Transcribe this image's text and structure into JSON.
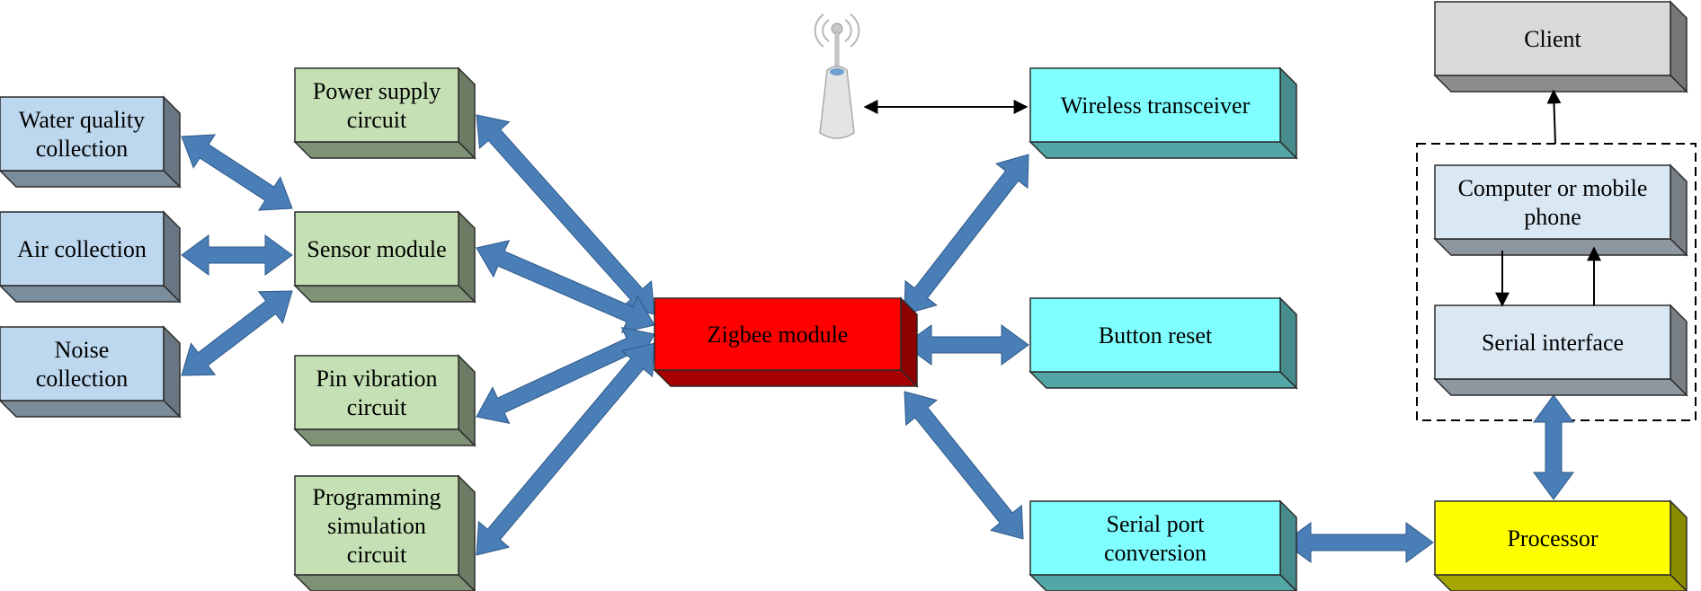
{
  "boxes": {
    "water": {
      "lines": [
        "Water quality",
        "collection"
      ],
      "color": "#bdd7ee"
    },
    "air": {
      "lines": [
        "Air collection"
      ],
      "color": "#bdd7ee"
    },
    "noise": {
      "lines": [
        "Noise",
        "collection"
      ],
      "color": "#bdd7ee"
    },
    "power": {
      "lines": [
        "Power supply",
        "circuit"
      ],
      "color": "#c5e0b4"
    },
    "sensor": {
      "lines": [
        "Sensor module"
      ],
      "color": "#c5e0b4"
    },
    "pin": {
      "lines": [
        "Pin vibration",
        "circuit"
      ],
      "color": "#c5e0b4"
    },
    "prog": {
      "lines": [
        "Programming",
        "simulation",
        "circuit"
      ],
      "color": "#c5e0b4"
    },
    "zigbee": {
      "lines": [
        "Zigbee module"
      ],
      "color": "#ff0000"
    },
    "wireless": {
      "lines": [
        "Wireless transceiver"
      ],
      "color": "#7fffff"
    },
    "button": {
      "lines": [
        "Button reset"
      ],
      "color": "#7fffff"
    },
    "serialport": {
      "lines": [
        "Serial port",
        "conversion"
      ],
      "color": "#7fffff"
    },
    "processor": {
      "lines": [
        "Processor"
      ],
      "color": "#ffff00"
    },
    "client": {
      "lines": [
        "Client"
      ],
      "color": "#d9d9d9"
    },
    "computer": {
      "lines": [
        "Computer or mobile",
        "phone"
      ],
      "color": "#dae8f4"
    },
    "serialif": {
      "lines": [
        "Serial interface"
      ],
      "color": "#dae8f4"
    }
  }
}
